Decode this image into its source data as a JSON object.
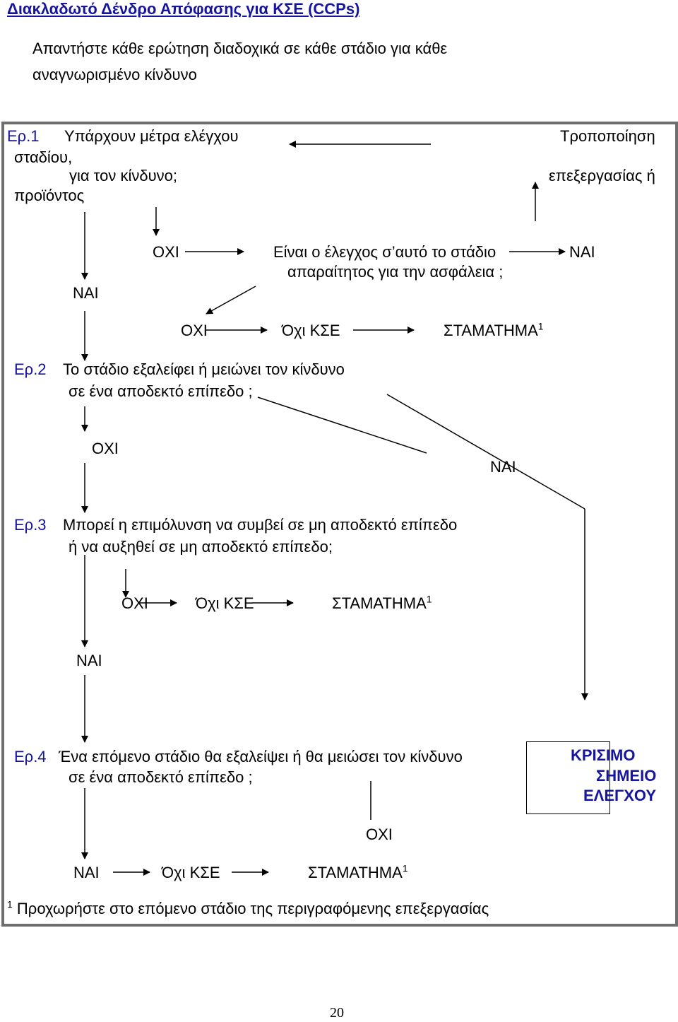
{
  "title": "Διακλαδωτό Δένδρο Απόφασης για ΚΣΕ (CCPs)",
  "intro": {
    "line1": "Απαντήστε κάθε ερώτηση διαδοχικά σε κάθε στάδιο για κάθε",
    "line2": "αναγνωρισμένο κίνδυνο"
  },
  "q1": {
    "label": "Ερ.1",
    "text1": "Υπάρχουν μέτρα ελέγχου",
    "text2": "σταδίου,",
    "text3": "για τον κίνδυνο;",
    "text4": "προϊόντος"
  },
  "modification": {
    "line1": "Τροποποίηση",
    "line2": "επεξεργασίας ή"
  },
  "q1_sub": {
    "no": "ΟΧΙ",
    "question1": "Είναι ο έλεγχος σ’αυτό το στάδιο",
    "question2": "απαραίτητος για την ασφάλεια ;",
    "yes_right": "ΝΑΙ",
    "yes_left": "ΝΑΙ",
    "no2": "ΟΧΙ",
    "not_ccp": "Όχι ΚΣΕ",
    "stop": "ΣΤΑΜΑΤΗΜΑ",
    "stop_note": "1"
  },
  "q2": {
    "label": "Ερ.2",
    "text1": "Το στάδιο εξαλείφει ή μειώνει τον κίνδυνο",
    "text2": "σε ένα αποδεκτό επίπεδο ;",
    "no": "ΟΧΙ",
    "yes": "ΝΑΙ"
  },
  "q3": {
    "label": "Ερ.3",
    "text1": "Μπορεί η επιμόλυνση να συμβεί σε μη αποδεκτό επίπεδο",
    "text2": "ή να αυξηθεί σε μη αποδεκτό επίπεδο;",
    "no": "ΟΧΙ",
    "not_ccp": "Όχι ΚΣΕ",
    "stop": "ΣΤΑΜΑΤΗΜΑ",
    "stop_note": "1",
    "yes": "ΝΑΙ"
  },
  "q4": {
    "label": "Ερ.4",
    "text1": "Ένα επόμενο στάδιο θα εξαλείψει ή θα μειώσει τον κίνδυνο",
    "text2": "σε ένα αποδεκτό επίπεδο ;",
    "no": "ΟΧΙ",
    "yes": "ΝΑΙ",
    "not_ccp": "Όχι ΚΣΕ",
    "stop": "ΣΤΑΜΑΤΗΜΑ",
    "stop_note": "1"
  },
  "critical": {
    "line1": "ΚΡΙΣΙΜΟ",
    "line2": "ΣΗΜΕΙΟ",
    "line3": "ΕΛΕΓΧΟΥ"
  },
  "footnote": {
    "mark": "1",
    "text": "Προχωρήστε στο επόμενο στάδιο της περιγραφόμενης επεξεργασίας"
  },
  "page_number": "20",
  "colors": {
    "heading": "#1515a0",
    "frame": "#6e6e6e"
  }
}
